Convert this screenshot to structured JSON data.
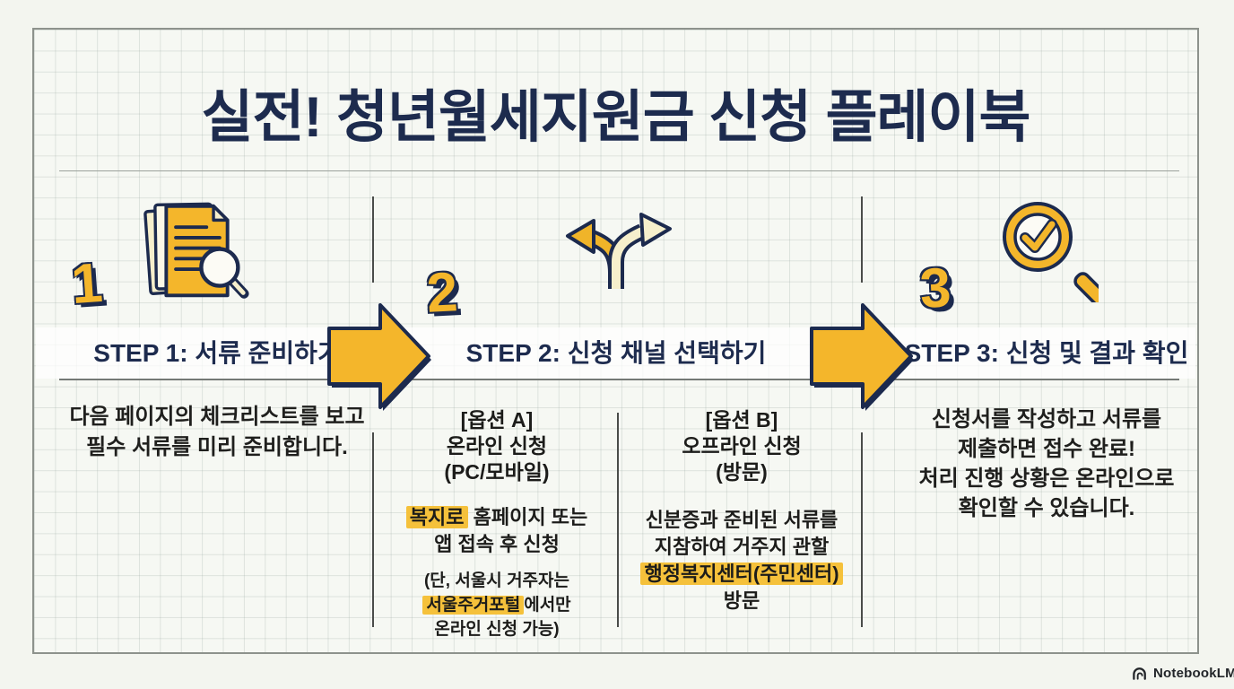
{
  "title": "실전! 청년월세지원금 신청 플레이북",
  "steps": [
    {
      "number": "1",
      "label": "STEP 1: 서류 준비하기",
      "icon": "documents-magnifier-icon"
    },
    {
      "number": "2",
      "label": "STEP 2: 신청 채널 선택하기",
      "icon": "branching-arrows-icon"
    },
    {
      "number": "3",
      "label": "STEP 3: 신청 및 결과 확인",
      "icon": "magnifier-check-icon"
    }
  ],
  "step1_detail": {
    "line1": "다음 페이지의 체크리스트를 보고",
    "line2": "필수 서류를 미리 준비합니다."
  },
  "step2_detail": {
    "option_a": {
      "tag": "[옵션 A]",
      "title": "온라인 신청",
      "subtitle": "(PC/모바일)",
      "line1_mark": "복지로",
      "line1_rest": " 홈페이지 또는",
      "line2": "앱 접속 후 신청",
      "note1": "(단, 서울시 거주자는",
      "note2_mark": "서울주거포털",
      "note2_rest": "에서만",
      "note3": "온라인 신청 가능)"
    },
    "option_b": {
      "tag": "[옵션 B]",
      "title": "오프라인 신청",
      "subtitle": "(방문)",
      "line1": "신분증과 준비된 서류를",
      "line2": "지참하여 거주지 관할",
      "line3_mark": "행정복지센터(주민센터)",
      "line4": "방문"
    }
  },
  "step3_detail": {
    "line1": "신청서를 작성하고 서류를",
    "line2": "제출하면 접수 완료!",
    "line3": "처리 진행 상황은 온라인으로",
    "line4": "확인할 수 있습니다."
  },
  "footer": {
    "brand": "NotebookLM"
  },
  "colors": {
    "accent_yellow": "#F4B62B",
    "navy": "#1C2A4E",
    "cream": "#F6EFCC",
    "highlight": "#F5C13B",
    "card_bg": "#F6F8F3"
  }
}
